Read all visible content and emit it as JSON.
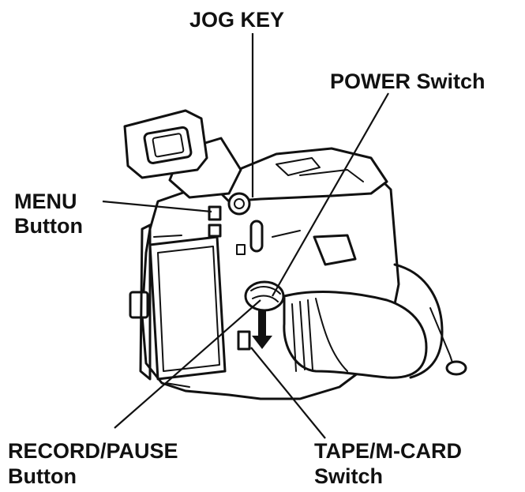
{
  "labels": {
    "jog_key": "JOG KEY",
    "power_switch": "POWER Switch",
    "menu_line1": "MENU",
    "menu_line2": "Button",
    "record_line1": "RECORD/PAUSE",
    "record_line2": "Button",
    "tape_line1": "TAPE/M-CARD",
    "tape_line2": "Switch"
  },
  "colors": {
    "ink": "#111111",
    "background": "#ffffff"
  }
}
